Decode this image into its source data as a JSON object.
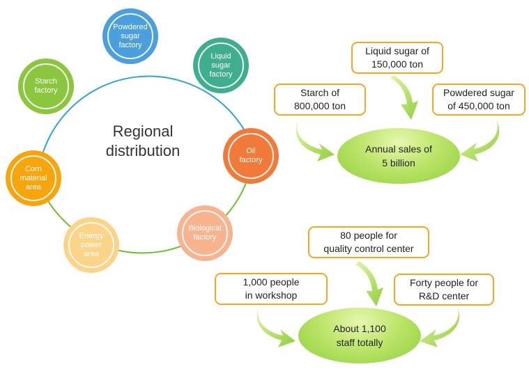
{
  "regional": {
    "title": "Regional\ndistribution",
    "nodes": [
      {
        "id": "powdered",
        "label": "Powdered sugar factory",
        "color": "#4a9fdc"
      },
      {
        "id": "liquid",
        "label": "Liquid sugar factory",
        "color": "#3fae8f"
      },
      {
        "id": "oil",
        "label": "Oil factory",
        "color": "#f07a3a"
      },
      {
        "id": "biological",
        "label": "Biological factory",
        "color": "#f8b48f"
      },
      {
        "id": "energy",
        "label": "Energy power area",
        "color": "#fbd487"
      },
      {
        "id": "corn",
        "label": "Corn material area",
        "color": "#f7a50c"
      },
      {
        "id": "starch",
        "label": "Starch factory",
        "color": "#8cc63f"
      }
    ],
    "ring_colors": {
      "upper": "#2fa2dc",
      "lower": "#6cbf2c"
    }
  },
  "sales": {
    "center": "Annual sales of\n5 billion",
    "inputs": [
      {
        "label": "Starch of\n800,000 ton"
      },
      {
        "label": "Liquid sugar of\n150,000 ton"
      },
      {
        "label": "Powdered sugar\nof  450,000 ton"
      }
    ]
  },
  "staff": {
    "center": "About 1,100\nstaff totally",
    "inputs": [
      {
        "label": "1,000 people\nin workshop"
      },
      {
        "label": "80 people for\nquality control  center"
      },
      {
        "label": "Forty people for\nR&D center"
      }
    ]
  },
  "colors": {
    "box_border": "#f5a623",
    "arrow": "#a8d84a"
  }
}
